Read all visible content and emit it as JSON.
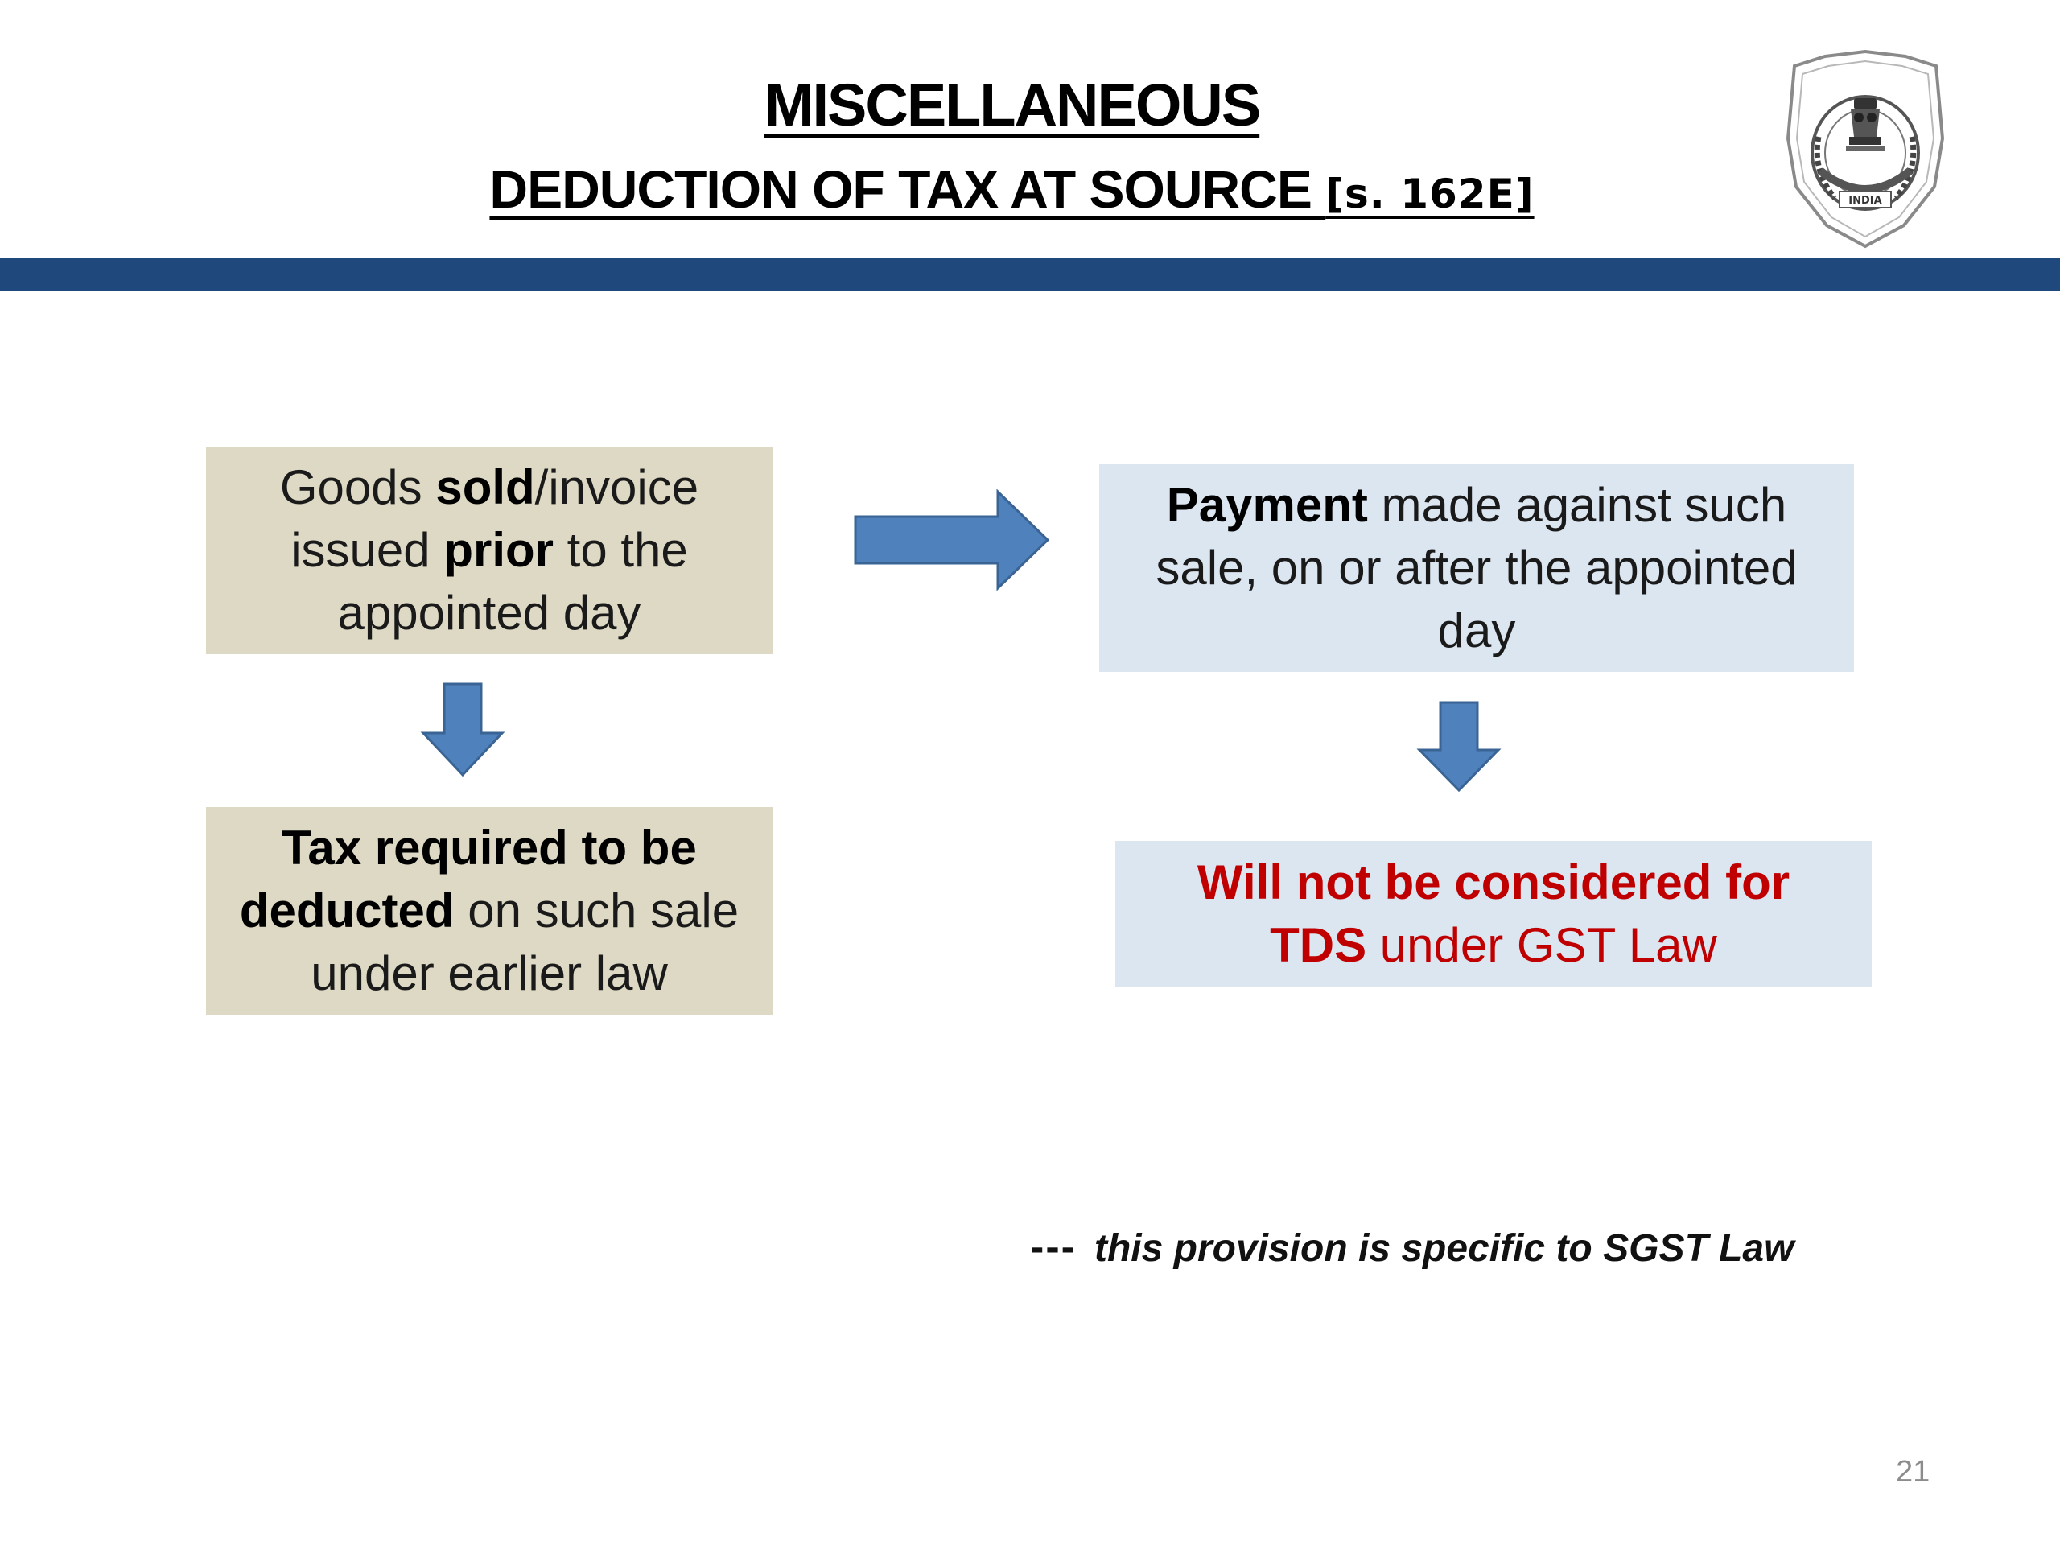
{
  "header": {
    "title": "MISCELLANEOUS",
    "subtitle": "DEDUCTION OF TAX AT SOURCE ",
    "section_ref": "[s. 162E]"
  },
  "emblem": {
    "icon": "customs-emblem-icon",
    "legend": "INDIA"
  },
  "colors": {
    "rule": "#1f497d",
    "box_tan": "#ddd9c4",
    "box_blue": "#dce6f1",
    "arrow": "#4f81bd",
    "red_text": "#c00000"
  },
  "flow": {
    "box_sale": {
      "part1": "Goods ",
      "part2": "sold",
      "part3": "/invoice issued ",
      "part4": "prior",
      "part5": " to the appointed day"
    },
    "box_payment": {
      "part1": "Payment",
      "part2": " made against such sale, on or after the appointed day"
    },
    "box_tax": {
      "part1": "Tax  required to be deducted",
      "part2": "  on such sale under earlier law"
    },
    "box_tds": {
      "part1": "Will not be considered for TDS",
      "part2": " under GST Law"
    }
  },
  "note": {
    "dashes": "---",
    "text": "this provision is specific to SGST Law"
  },
  "page_number": "21"
}
